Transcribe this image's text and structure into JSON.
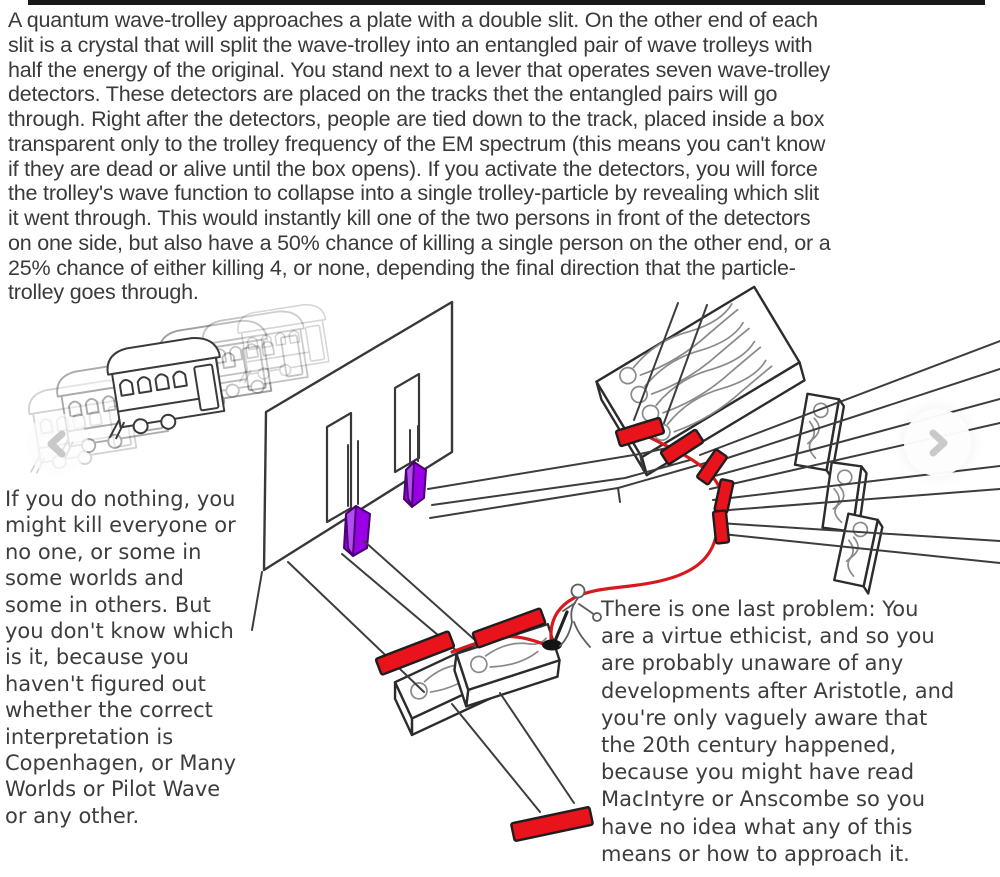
{
  "top_bar": {
    "color": "#181818"
  },
  "intro": {
    "text": "A quantum wave-trolley approaches a plate with a double slit. On the other end of each\nslit is a crystal that will split the wave-trolley into an entangled pair of wave trolleys with\nhalf the energy of the original. You stand next to a lever that operates seven wave-trolley\ndetectors. These detectors are placed on the tracks thet the entangled pairs will go\nthrough. Right after the detectors, people are tied down to the track, placed inside a box\ntransparent only to the trolley frequency of the EM spectrum (this means you can't know\nif they are dead or alive until the box opens). If you activate the detectors, you will force\nthe trolley's wave function to collapse into a single trolley-particle by revealing which slit\nit went through. This would instantly kill one of the two persons in front of the detectors\non one side, but also have a 50% chance of killing a single person on the other end, or a\n25% chance of either killing 4, or none, depending the final direction that the particle-\ntrolley goes through."
  },
  "left_note": {
    "text": "If you do nothing, you\nmight kill everyone or\nno one, or some in\nsome worlds and\nsome in others. But\nyou don't know which\nis it, because you\nhaven't figured out\nwhether the correct\ninterpretation is\nCopenhagen, or Many\nWorlds or Pilot Wave\nor any other."
  },
  "right_note": {
    "text": "There is one last problem: You\nare a virtue ethicist, and so you\nare probably unaware of any\ndevelopments after Aristotle, and\nyou're only vaguely aware that\nthe 20th century happened,\nbecause you might have read\nMacIntyre or Anscombe so you\nhave no idea what any of this\nmeans or how to approach it."
  },
  "carousel": {
    "prev_icon": "chevron-left",
    "next_icon": "chevron-right"
  },
  "diagram": {
    "ink": "#3a3a3a",
    "sketch": "#8a8a8a",
    "detector_color": "#e8131b",
    "detector_outline": "#1e1e1e",
    "cable_color": "#d7191e",
    "crystal_color": "#9a00e6",
    "crystal_highlight": "#b44df0",
    "crystal_outline": "#4a0073",
    "lever_color": "#141414"
  }
}
